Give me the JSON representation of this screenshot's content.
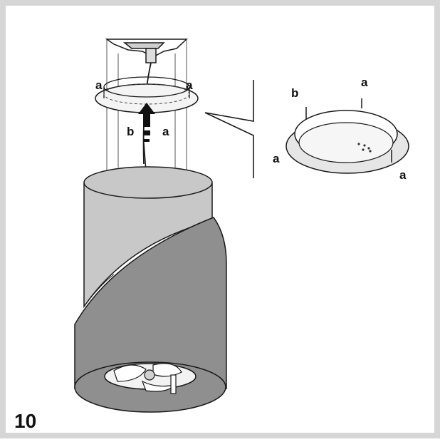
{
  "step_number": "10",
  "labels": {
    "left_a": "a",
    "right_a": "a",
    "lower_b": "b",
    "lower_a": "a",
    "detail_b": "b",
    "detail_top_a": "a",
    "detail_left_a": "a",
    "detail_right_a": "a"
  },
  "colors": {
    "frame": "#d6d6d6",
    "outline": "#1a1a1a",
    "hood_light": "#c8c8c8",
    "hood_dark": "#8f8f8f",
    "ring_fill": "#e6e6e6",
    "arrow": "#111111"
  }
}
